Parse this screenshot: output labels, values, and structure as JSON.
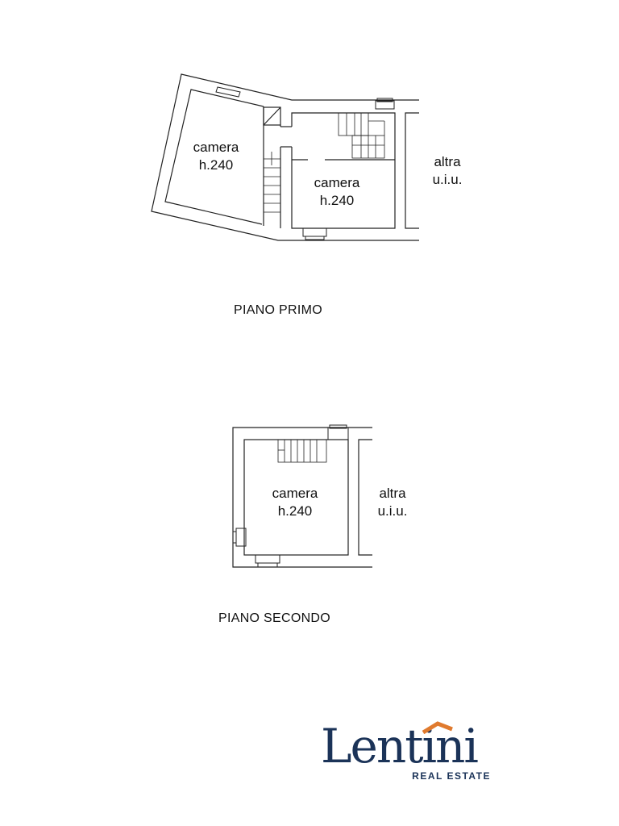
{
  "first_floor": {
    "title": "PIANO PRIMO",
    "rooms": [
      {
        "name": "camera",
        "height": "h.240"
      },
      {
        "name": "camera",
        "height": "h.240"
      },
      {
        "name": "altra",
        "height": "u.i.u."
      }
    ]
  },
  "second_floor": {
    "title": "PIANO SECONDO",
    "rooms": [
      {
        "name": "camera",
        "height": "h.240"
      },
      {
        "name": "altra",
        "height": "u.i.u."
      }
    ]
  },
  "logo": {
    "word": "Lentini",
    "subtitle": "REAL ESTATE",
    "brand_color": "#1b3358",
    "accent_color": "#e07a2e"
  }
}
